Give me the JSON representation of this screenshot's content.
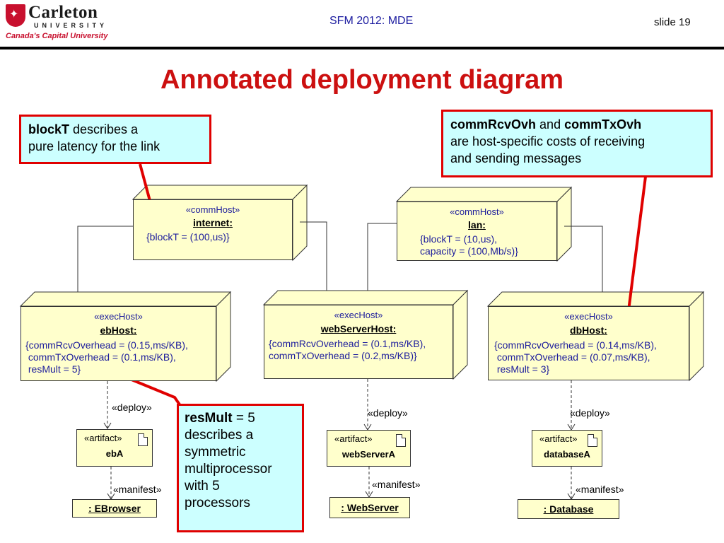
{
  "header": {
    "logo_word": "Carleton",
    "logo_sub": "UNIVERSITY",
    "logo_tagline": "Canada's Capital University",
    "conference": "SFM 2012: MDE",
    "slide_number": "slide 19"
  },
  "title": "Annotated deployment diagram",
  "callouts": {
    "blockT": {
      "term": "blockT",
      "text_1": " describes a",
      "text_2": "pure latency for the link"
    },
    "comm": {
      "term_1": "commRcvOvh",
      "and": " and ",
      "term_2": "commTxOvh",
      "text_1": "are host-specific costs of receiving",
      "text_2": "and sending messages"
    },
    "resMult": {
      "term": "resMult",
      "eq": " = 5",
      "lines": [
        "describes a",
        "symmetric",
        "multiprocessor",
        "with 5",
        "processors"
      ]
    }
  },
  "comm_hosts": [
    {
      "stereotype": "«commHost»",
      "name": "internet:",
      "props": [
        "{blockT = (100,us)}"
      ]
    },
    {
      "stereotype": "«commHost»",
      "name": "lan:",
      "props": [
        "{blockT = (10,us),",
        "capacity = (100,Mb/s)}"
      ]
    }
  ],
  "exec_hosts": [
    {
      "stereotype": "«execHost»",
      "name": "ebHost:",
      "props": [
        "{commRcvOverhead = (0.15,ms/KB),",
        " commTxOverhead = (0.1,ms/KB),",
        " resMult = 5}"
      ]
    },
    {
      "stereotype": "«execHost»",
      "name": "webServerHost:",
      "props": [
        "{commRcvOverhead = (0.1,ms/KB),",
        "commTxOverhead = (0.2,ms/KB)}"
      ]
    },
    {
      "stereotype": "«execHost»",
      "name": "dbHost:",
      "props": [
        "{commRcvOverhead = (0.14,ms/KB),",
        " commTxOverhead = (0.07,ms/KB),",
        " resMult = 3}"
      ]
    }
  ],
  "artifacts": [
    {
      "stereotype": "«artifact»",
      "name": "ebA"
    },
    {
      "stereotype": "«artifact»",
      "name": "webServerA"
    },
    {
      "stereotype": "«artifact»",
      "name": "databaseA"
    }
  ],
  "instances": [
    ": EBrowser",
    ": WebServer",
    ": Database"
  ],
  "relations": {
    "deploy": "«deploy»",
    "manifest": "«manifest»"
  },
  "colors": {
    "title": "#cc1010",
    "callout_fill": "#ccffff",
    "callout_border": "#e00000",
    "node_fill": "#ffffcc",
    "stereo_text": "#1c1c9c"
  }
}
